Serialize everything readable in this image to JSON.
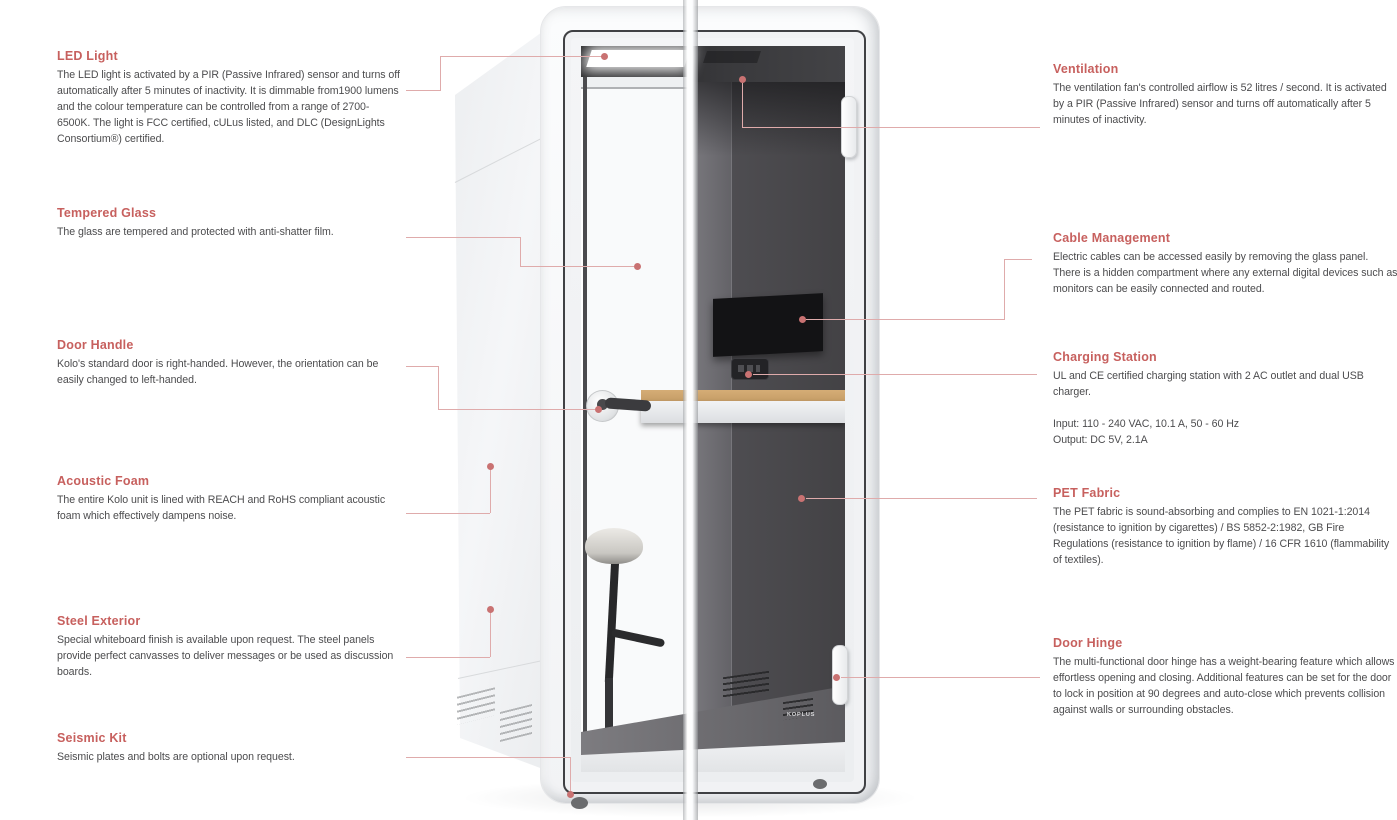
{
  "diagram": {
    "brand_label": "KOPLUS"
  },
  "colors": {
    "accent_heading": "#c7605e",
    "callout_line": "#dfabab",
    "callout_dot": "#c97272",
    "body_text": "#4c4c4e",
    "interior_dark": "#4a494d",
    "desk_wood": "#c9a26d"
  },
  "callouts": {
    "left": [
      {
        "title": "LED Light",
        "body": "The LED light is activated by a PIR (Passive Infrared) sensor and turns off automatically after 5 minutes of inactivity. It is dimmable from1900 lumens and the colour temperature can be controlled from a range of 2700-6500K. The light is FCC certified, cULus listed, and DLC (DesignLights Consortium®) certified."
      },
      {
        "title": "Tempered Glass",
        "body": "The glass are tempered and protected with anti-shatter film."
      },
      {
        "title": "Door Handle",
        "body": "Kolo's standard door is right-handed. However, the orientation can be easily changed to left-handed."
      },
      {
        "title": "Acoustic Foam",
        "body": "The entire Kolo unit is lined with REACH and RoHS compliant acoustic foam which effectively dampens noise."
      },
      {
        "title": "Steel Exterior",
        "body": "Special whiteboard finish is available upon request. The steel panels provide perfect canvasses to deliver messages or be used as discussion boards."
      },
      {
        "title": "Seismic Kit",
        "body": "Seismic plates and bolts are optional upon request."
      }
    ],
    "right": [
      {
        "title": "Ventilation",
        "body": "The ventilation fan's controlled airflow is 52 litres / second. It is activated by a PIR (Passive Infrared) sensor and turns off automatically after 5 minutes of inactivity."
      },
      {
        "title": "Cable Management",
        "body": "Electric cables can be accessed easily by removing the glass panel. There is a hidden compartment where any external digital devices such as monitors can be easily connected and routed."
      },
      {
        "title": "Charging Station",
        "body": "UL and CE certified charging station with 2 AC outlet and dual USB charger.",
        "specs": [
          "Input: 110 - 240 VAC, 10.1 A, 50 - 60 Hz",
          "Output: DC 5V, 2.1A"
        ]
      },
      {
        "title": "PET Fabric",
        "body": "The PET fabric is sound-absorbing and complies to EN 1021-1:2014 (resistance to ignition by cigarettes) / BS 5852-2:1982, GB Fire Regulations (resistance to ignition by flame) / 16 CFR 1610 (flammability of textiles)."
      },
      {
        "title": "Door Hinge",
        "body": "The multi-functional door hinge has a weight-bearing feature which allows effortless opening and closing. Additional features can be set for the door to lock in position at 90 degrees and auto-close which prevents collision against walls or surrounding obstacles."
      }
    ]
  }
}
